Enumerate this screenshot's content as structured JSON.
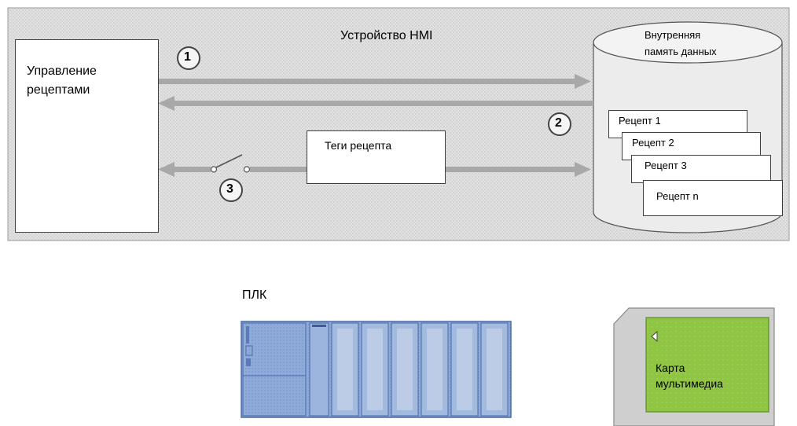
{
  "hmi_panel": {
    "title": "Устройство HMI",
    "recipe_management": "Управление\nрецептами",
    "recipe_tags": "Теги рецепта",
    "memory_label": "Внутренняя\nпамять данных",
    "recipes": [
      "Рецепт 1",
      "Рецепт 2",
      "Рецепт 3",
      "Рецепт n"
    ],
    "markers": [
      "1",
      "2",
      "3"
    ]
  },
  "plc": {
    "label": "ПЛК"
  },
  "memory_card": {
    "label": "Карта\nмультимедиа"
  },
  "colors": {
    "panel_bg": "#dcdcdc",
    "arrow": "#a8a8a8",
    "plc_blue": "#8aa6d8",
    "card_green": "#8fc543"
  }
}
